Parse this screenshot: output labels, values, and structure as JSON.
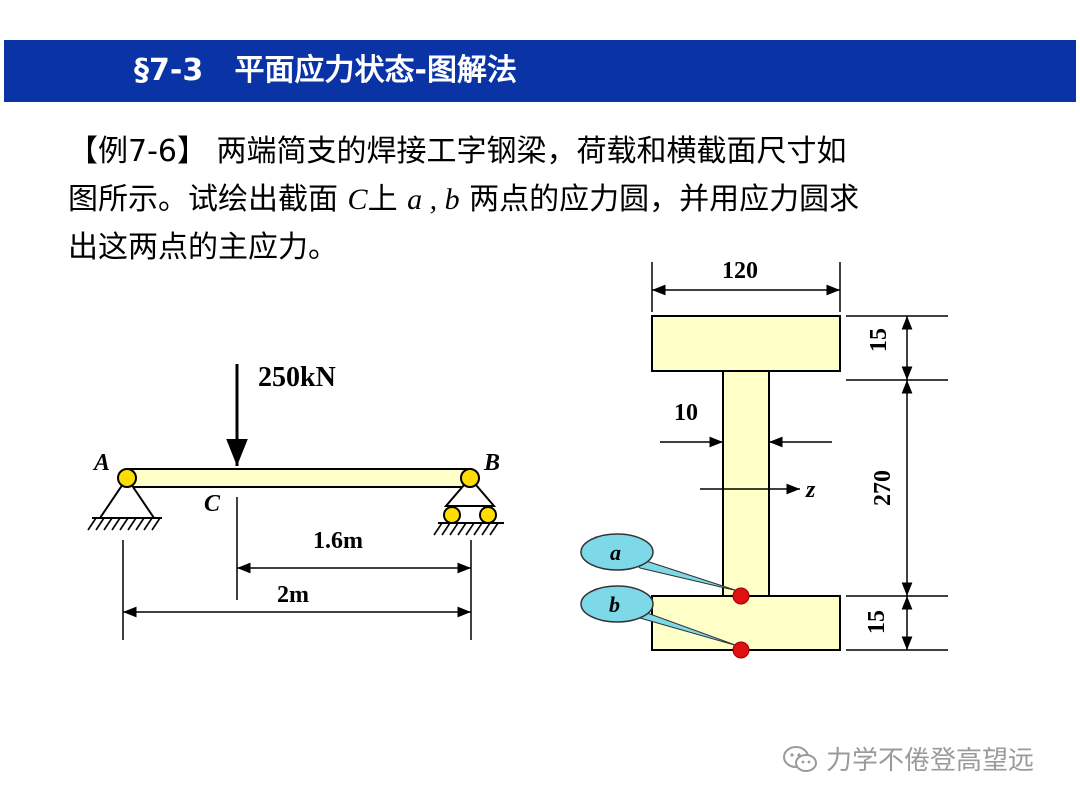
{
  "header": {
    "title": "§7-3   平面应力状态-图解法"
  },
  "problem": {
    "line1": "【例7-6】 两端简支的焊接工字钢梁，荷载和横截面尺寸如",
    "line2_part1": "图所示。试绘出截面 ",
    "section_label": "C",
    "line2_part2": "上 ",
    "point_a": "a",
    "comma": " , ",
    "point_b": "b",
    "line2_part3": " 两点的应力圆，并用应力圆求",
    "line3": "出这两点的主应力。"
  },
  "beam": {
    "load": "250kN",
    "support_a": "A",
    "support_b": "B",
    "section_c": "C",
    "dim_cb": "1.6m",
    "dim_span": "2m"
  },
  "cross_section": {
    "flange_width": "120",
    "top_flange_thickness": "15",
    "web_height": "270",
    "bottom_flange_thickness": "15",
    "web_thickness": "10",
    "axis": "z",
    "callout_a": "a",
    "callout_b": "b"
  },
  "colors": {
    "title_bar": "#0a34a6",
    "member_fill": "#ffffc8",
    "joint_fill": "#ffdd00",
    "point_fill": "#e01010",
    "callout_fill": "#7dd9e8"
  },
  "watermark": {
    "text": "力学不倦登高望远",
    "icon": "wechat-icon"
  }
}
